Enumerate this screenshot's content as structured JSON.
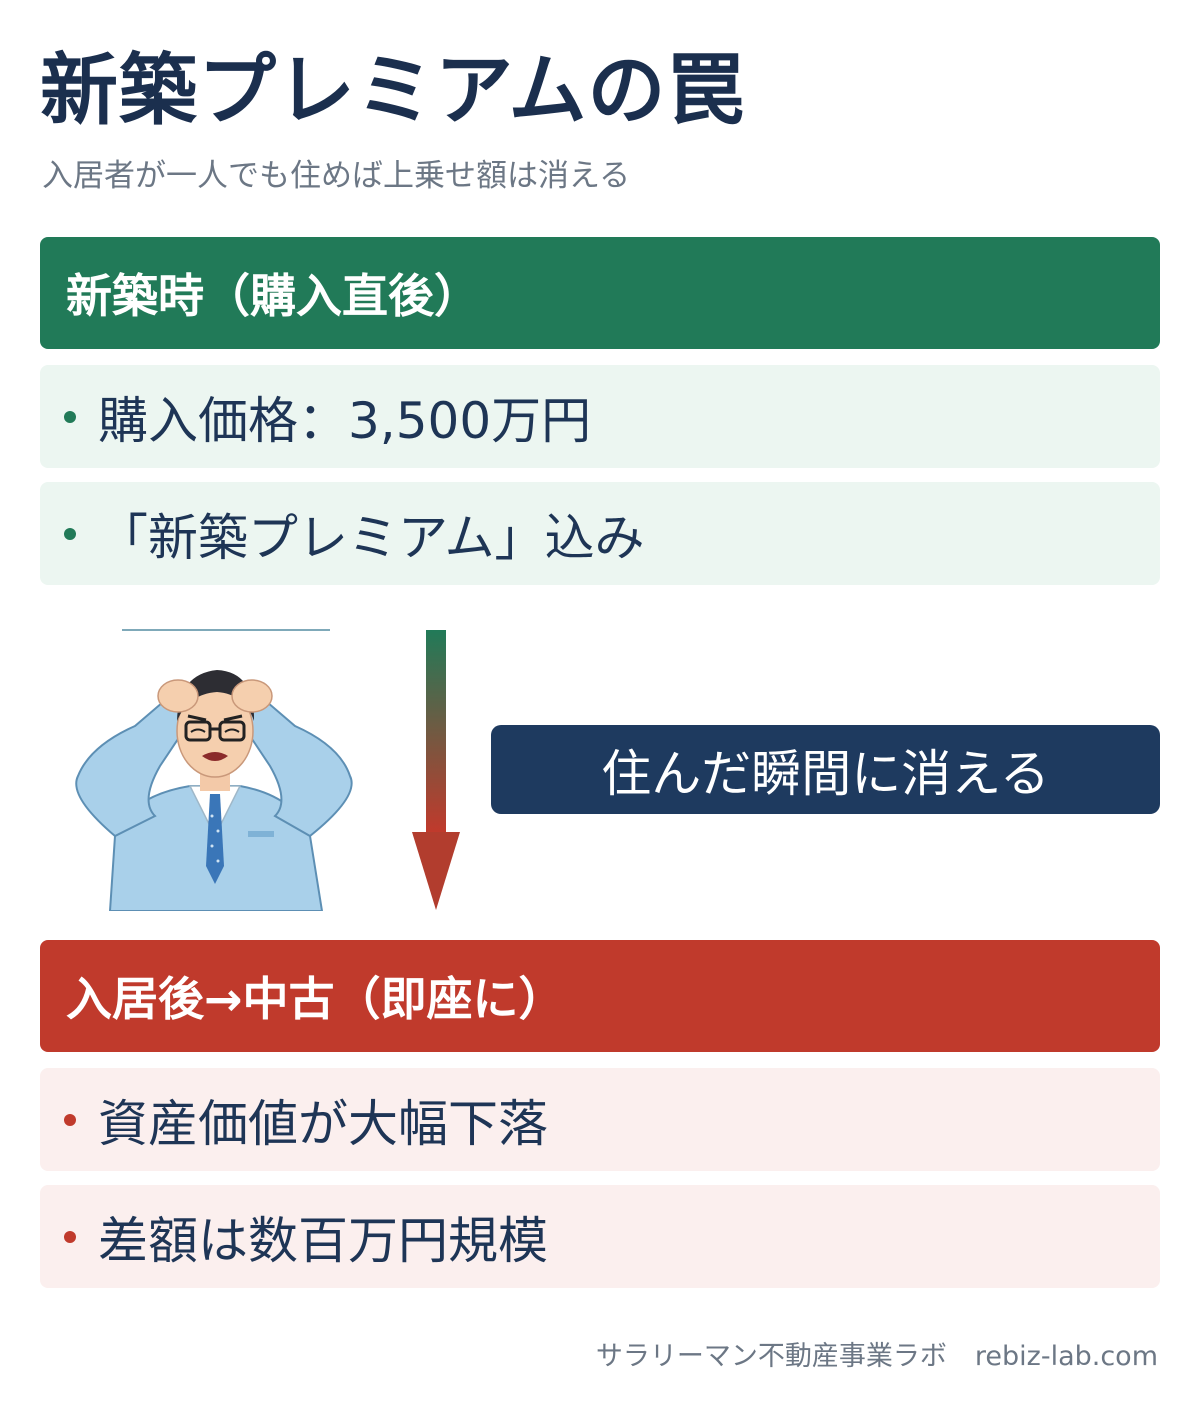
{
  "title": "新築プレミアムの罠",
  "subtitle": "入居者が一人でも住めば上乗せ額は消える",
  "before": {
    "header": "新築時（購入直後）",
    "items": [
      "購入価格：3,500万円",
      "「新築プレミアム」込み"
    ],
    "color": "#217a58"
  },
  "badge": "住んだ瞬間に消える",
  "after": {
    "header": "入居後→中古（即座に）",
    "items": [
      "資産価値が大幅下落",
      "差額は数百万円規模"
    ],
    "color": "#c03a2c"
  },
  "footer": {
    "brand": "サラリーマン不動産事業ラボ",
    "site": "rebiz-lab.com"
  },
  "icons": [
    "down-arrow-icon",
    "worried-businessman-illustration"
  ]
}
